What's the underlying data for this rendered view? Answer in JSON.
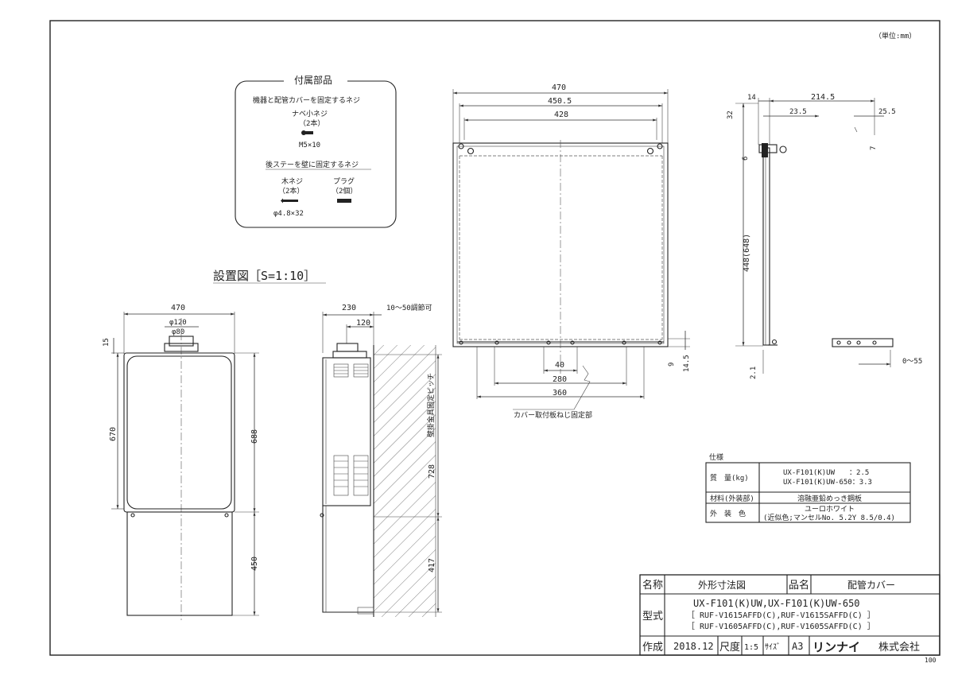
{
  "unit": "（単位:mm）",
  "accessories": {
    "title": "付属部品",
    "screw_section_title": "機器と配管カバーを固定するネジ",
    "screw_name": "ナベ小ネジ",
    "screw_qty": "（2本）",
    "screw_size": "M5×10",
    "stay_section_title": "後ステーを壁に固定するネジ",
    "wood_screw_name": "木ネジ",
    "wood_screw_qty": "（2本）",
    "wood_screw_size": "φ4.8×32",
    "plug_name": "プラグ",
    "plug_qty": "（2個）"
  },
  "install_title": "設置図［S=1:10］",
  "front_view": {
    "width": "470",
    "dia_120": "φ120",
    "dia_80": "φ80",
    "top_gap": "15",
    "height_670": "670",
    "height_688": "688",
    "lower_450": "450"
  },
  "side_view": {
    "depth_230": "230",
    "offset_120": "120",
    "adjust": "10～50調節可",
    "pitch_728": "728",
    "pitch_label": "壁掛金具固定ピッチ",
    "lower_417": "417"
  },
  "cover_front": {
    "w470": "470",
    "w450_5": "450.5",
    "w428": "428",
    "d40": "40",
    "d280": "280",
    "d360": "360",
    "d9": "9",
    "d14_5": "14.5",
    "note": "カバー取付板ねじ固定部"
  },
  "cover_side": {
    "d14": "14",
    "d214_5": "214.5",
    "d23_5": "23.5",
    "d25_5": "25.5",
    "d32": "32",
    "d6": "6",
    "d7": "7",
    "height": "448(648)",
    "d2_1": "2.1",
    "range": "0～55"
  },
  "spec": {
    "title": "仕様",
    "mass_label": "質　量(kg)",
    "mass_line1": "UX-F101(K)UW　　：2.5",
    "mass_line2": "UX-F101(K)UW-650：3.3",
    "material_label": "材料(外装部)",
    "material_value": "溶融亜鉛めっき鋼板",
    "color_label": "外　装　色",
    "color_line1": "ユーロホワイト",
    "color_line2": "(近似色;マンセルNo. 5.2Y 8.5/0.4)"
  },
  "titleblock": {
    "name_label": "名称",
    "name_value": "外形寸法図",
    "item_label": "品名",
    "item_value": "配管カバー",
    "model_label": "型式",
    "model_line1": "UX-F101(K)UW,UX-F101(K)UW-650",
    "model_line2": "［ RUF-V1615AFFD(C),RUF-V1615SAFFD(C) ］",
    "model_line3": "［ RUF-V1605AFFD(C),RUF-V1605SAFFD(C) ］",
    "made_label": "作成",
    "made_value": "2018.12",
    "scale_label": "尺度",
    "scale_value": "1:5",
    "size_label": "ｻｲｽﾞ",
    "size_value": "A3",
    "brand": "リンナイ",
    "company": "株式会社"
  },
  "sheet_code": "100"
}
